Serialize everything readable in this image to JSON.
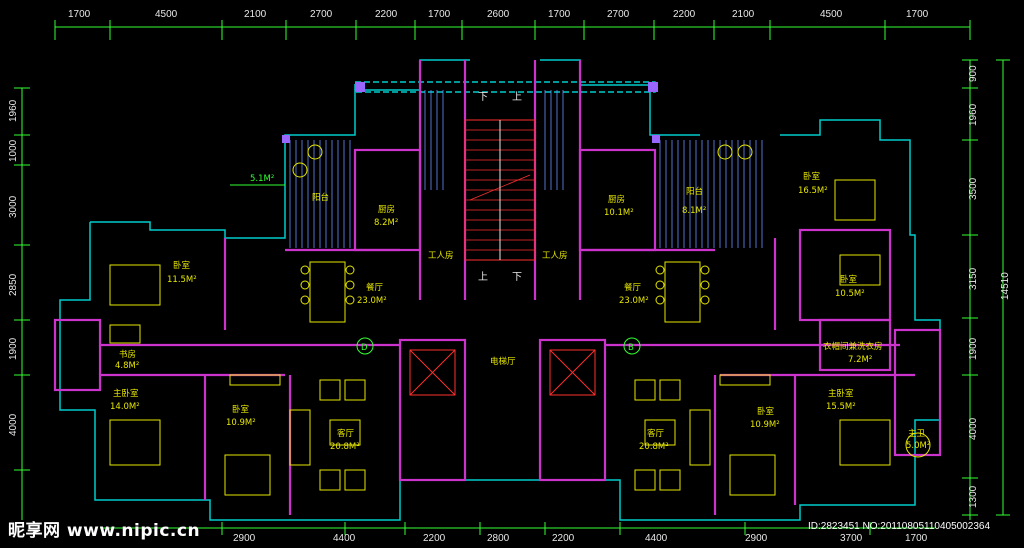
{
  "dims_top": [
    "1700",
    "4500",
    "2100",
    "2700",
    "2200",
    "1700",
    "2600",
    "1700",
    "2700",
    "2200",
    "2100",
    "4500",
    "1700"
  ],
  "dims_bottom": [
    "2900",
    "4400",
    "2200",
    "2800",
    "2200",
    "4400",
    "2900",
    "3700",
    "1700"
  ],
  "dims_left": [
    "1960",
    "1000",
    "3000",
    "2850",
    "1900",
    "4000"
  ],
  "dims_right": [
    "900",
    "1960",
    "3500",
    "3150",
    "1900",
    "4000",
    "1300"
  ],
  "dim_total_right": "14510",
  "rooms": {
    "balcony_l_area": "5.1M²",
    "balcony_l": "阳台",
    "kitchen_l": "厨房",
    "kitchen_l_area": "8.2M²",
    "kitchen_r": "厨房",
    "kitchen_r_area": "10.1M²",
    "balcony_r": "阳台",
    "balcony_r_area": "8.1M²",
    "bed_tr": "卧室",
    "bed_tr_area": "16.5M²",
    "bed_l": "卧室",
    "bed_l_area": "11.5M²",
    "dining_l": "餐厅",
    "dining_l_area": "23.0M²",
    "dining_r": "餐厅",
    "dining_r_area": "23.0M²",
    "bed_r2": "卧室",
    "bed_r2_area": "10.5M²",
    "work_l": "工人房",
    "work_r": "工人房",
    "wardrobe_r": "衣帽间兼洗衣房",
    "wardrobe_r_area": "7.2M²",
    "study_l": "书房",
    "study_l_area": "4.8M²",
    "master_l": "主卧室",
    "master_l_area": "14.0M²",
    "bed_l3": "卧室",
    "bed_l3_area": "10.9M²",
    "living_l": "客厅",
    "living_l_area": "20.8M²",
    "elev_hall": "电梯厅",
    "living_r": "客厅",
    "living_r_area": "20.8M²",
    "bed_r3": "卧室",
    "bed_r3_area": "10.9M²",
    "master_r": "主卧室",
    "master_r_area": "15.5M²",
    "bath_r": "主卫",
    "bath_r_area": "5.0M²",
    "unit_d": "D",
    "unit_b": "B",
    "down_l": "下",
    "up_l": "上",
    "up_b": "上",
    "down_b": "下"
  },
  "watermark": "昵享网 www.nipic.cn",
  "id_text": "ID:2823451 NO:20110805110405002364",
  "colors": {
    "wall": "#cc33cc",
    "green": "#33ff33",
    "cyan": "#00cccc",
    "yellow": "#e6e600",
    "red": "#ff3030",
    "white": "#e8e8e8"
  }
}
